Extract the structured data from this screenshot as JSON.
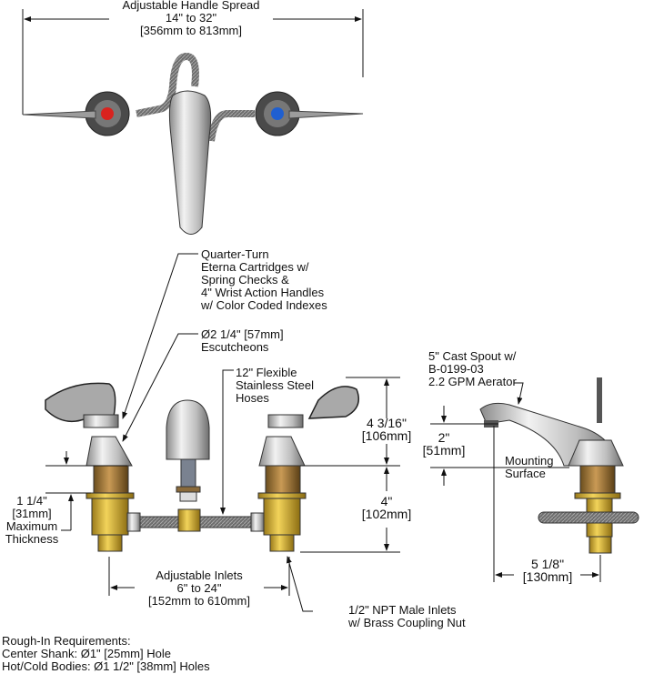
{
  "top_view": {
    "spread": {
      "title": "Adjustable Handle Spread",
      "range_in": "14\" to 32\"",
      "range_mm": "[356mm to 813mm]"
    }
  },
  "callouts": {
    "cartridges": [
      "Quarter-Turn",
      "Eterna Cartridges w/",
      "Spring Checks &",
      "4\" Wrist Action Handles",
      "w/ Color Coded Indexes"
    ],
    "escutcheons": [
      "Ø2 1/4\" [57mm]",
      "Escutcheons"
    ],
    "hoses": [
      "12\" Flexible",
      "Stainless Steel",
      "Hoses"
    ],
    "spout": [
      "5\" Cast Spout w/",
      "B-0199-03",
      "2.2 GPM Aerator"
    ],
    "inlets": [
      "1/2\" NPT Male Inlets",
      "w/ Brass Coupling Nut"
    ]
  },
  "dimensions": {
    "handle_height": {
      "in": "4 3/16\"",
      "mm": "[106mm]"
    },
    "body_height": {
      "in": "4\"",
      "mm": "[102mm]"
    },
    "max_thickness": {
      "in": "1 1/4\"",
      "mm": "[31mm]",
      "label1": "Maximum",
      "label2": "Thickness"
    },
    "spout_height": {
      "in": "2\"",
      "mm": "[51mm]"
    },
    "mounting": [
      "Mounting",
      "Surface"
    ],
    "spout_reach": {
      "in": "5 1/8\"",
      "mm": "[130mm]"
    },
    "inlets_spread": {
      "title": "Adjustable Inlets",
      "range_in": "6\" to 24\"",
      "range_mm": "[152mm to 610mm]"
    }
  },
  "rough_in": {
    "title": "Rough-In Requirements:",
    "center_shank": "Center Shank:  Ø1\" [25mm] Hole",
    "bodies": "Hot/Cold Bodies:  Ø1 1/2\" [38mm] Holes"
  },
  "colors": {
    "hot_index": "#d9231f",
    "cold_index": "#1f5fd0",
    "brass": "#d9b230",
    "chrome": "#c8c8c8"
  }
}
